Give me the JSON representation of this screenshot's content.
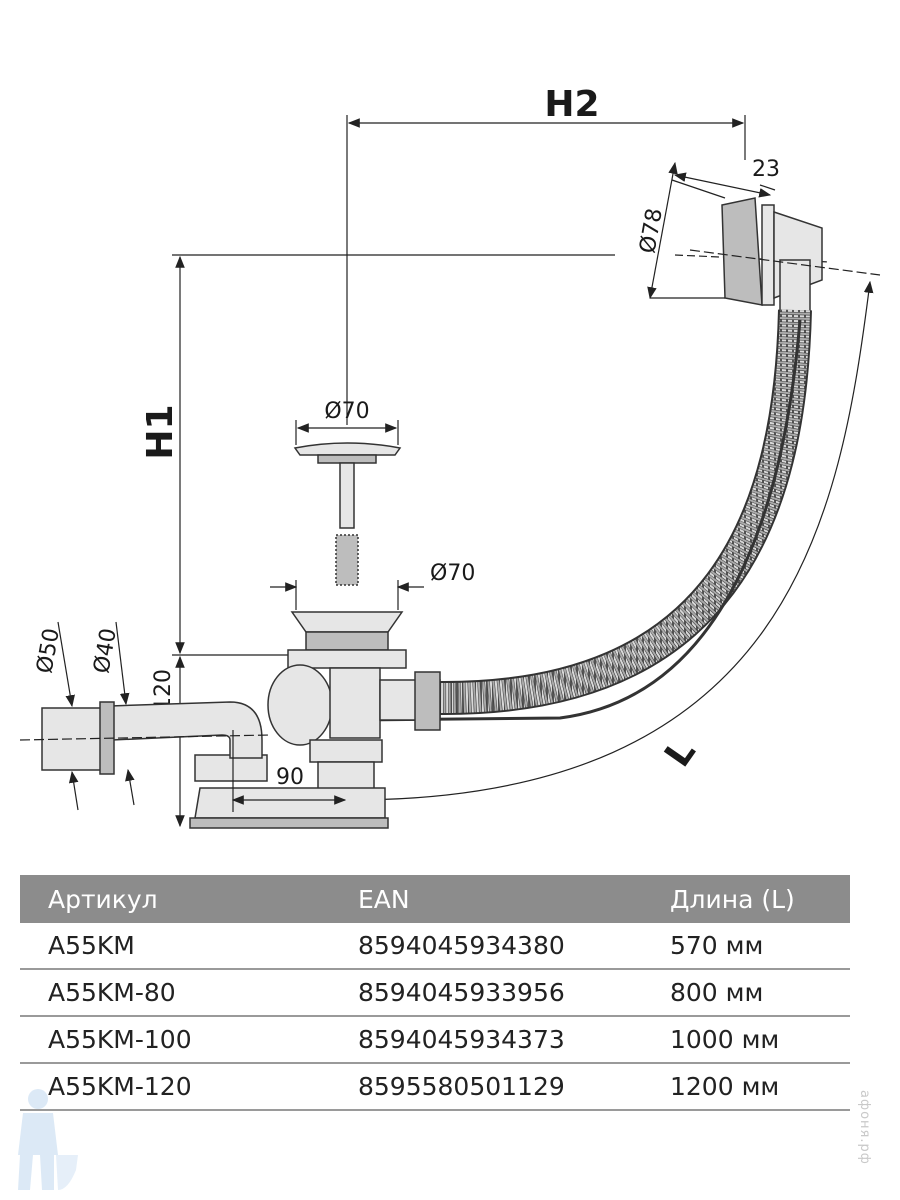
{
  "drawing": {
    "labels": {
      "h2": "H2",
      "h1": "H1",
      "d23": "23",
      "d78": "Ø78",
      "d70_top": "Ø70",
      "d70_mid": "Ø70",
      "d50": "Ø50",
      "d40": "Ø40",
      "d120": "120",
      "d90": "90",
      "l": "L"
    }
  },
  "table": {
    "headers": [
      "Артикул",
      "EAN",
      "Длина (L)"
    ],
    "rows": [
      [
        "A55KM",
        "8594045934380",
        "570 мм"
      ],
      [
        "A55KM-80",
        "8594045933956",
        "800 мм"
      ],
      [
        "A55KM-100",
        "8594045934373",
        "1000 мм"
      ],
      [
        "A55KM-120",
        "8595580501129",
        "1200 мм"
      ]
    ],
    "header_bg": "#8c8c8c"
  },
  "watermark": {
    "text": "афоня.рф"
  }
}
